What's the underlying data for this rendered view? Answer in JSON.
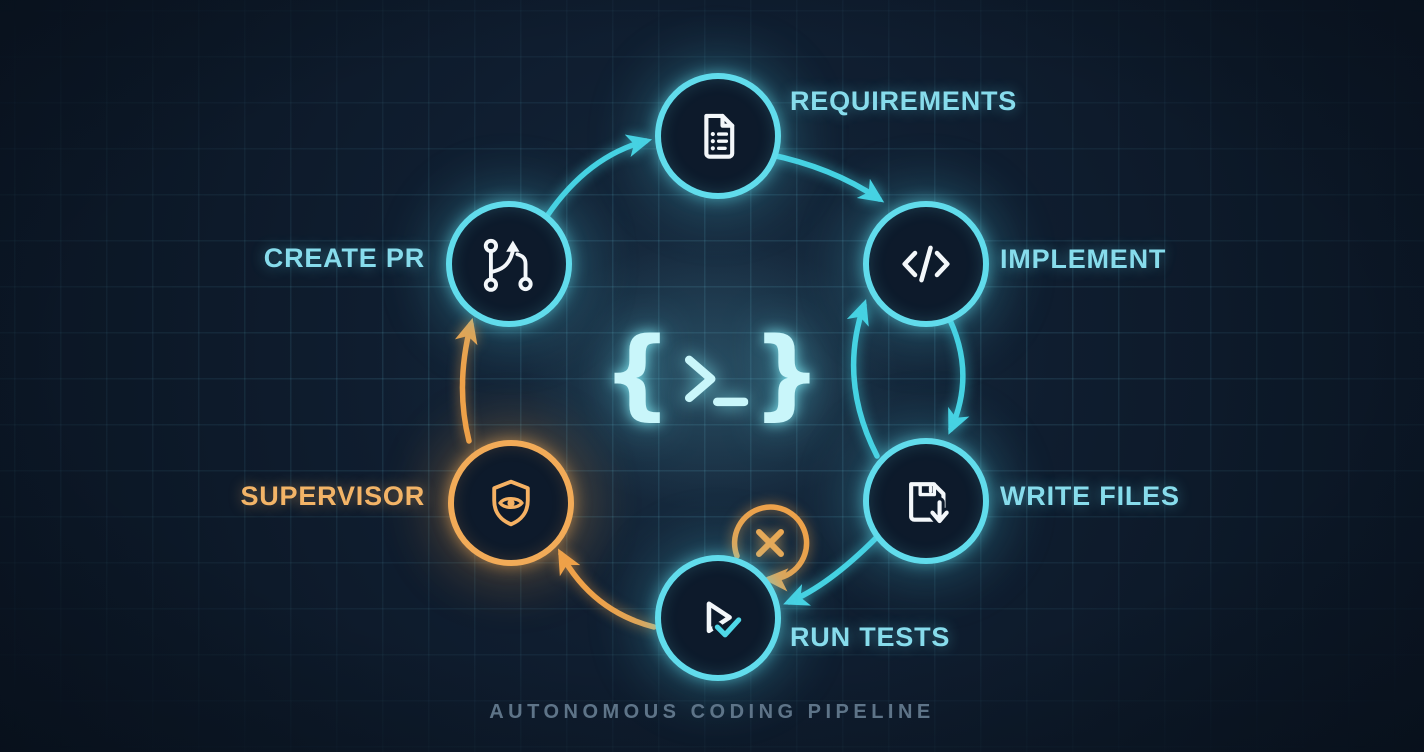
{
  "caption": "AUTONOMOUS CODING PIPELINE",
  "colors": {
    "background": "#0c1827",
    "grid_line": "#69c3dc",
    "cyan_accent": "#46d3e3",
    "cyan_node_border": "#61dcec",
    "cyan_label": "#87dcec",
    "orange_accent": "#efa24a",
    "orange_node_border": "#f2ab58",
    "orange_label": "#f3b467",
    "icon_color": "#f3f7fa",
    "caption_color": "#5e7488",
    "node_fill": "#0d1a2b"
  },
  "nodes": [
    {
      "id": "requirements",
      "label": "REQUIREMENTS",
      "icon": "document-list-icon",
      "accent": "cyan"
    },
    {
      "id": "implement",
      "label": "IMPLEMENT",
      "icon": "code-brackets-icon",
      "accent": "cyan"
    },
    {
      "id": "write_files",
      "label": "WRITE FILES",
      "icon": "save-download-icon",
      "accent": "cyan"
    },
    {
      "id": "run_tests",
      "label": "RUN TESTS",
      "icon": "play-check-icon",
      "accent": "cyan"
    },
    {
      "id": "supervisor",
      "label": "SUPERVISOR",
      "icon": "shield-eye-icon",
      "accent": "orange"
    },
    {
      "id": "create_pr",
      "label": "CREATE PR",
      "icon": "git-pull-request-icon",
      "accent": "cyan"
    }
  ],
  "center_icon": {
    "name": "terminal-braces-icon",
    "open_brace": "{",
    "chevron": ">",
    "underscore": "_",
    "close_brace": "}"
  },
  "flow": {
    "edges": [
      {
        "from": "create_pr",
        "to": "requirements",
        "color": "cyan"
      },
      {
        "from": "requirements",
        "to": "implement",
        "color": "cyan"
      },
      {
        "from": "implement",
        "to": "write_files",
        "color": "cyan"
      },
      {
        "from": "write_files",
        "to": "implement",
        "color": "cyan"
      },
      {
        "from": "write_files",
        "to": "run_tests",
        "color": "cyan"
      },
      {
        "from": "run_tests",
        "to": "supervisor",
        "color": "orange"
      },
      {
        "from": "supervisor",
        "to": "create_pr",
        "color": "orange"
      }
    ],
    "retry_loop": {
      "at": "run_tests",
      "symbol": "x",
      "color": "orange"
    }
  }
}
